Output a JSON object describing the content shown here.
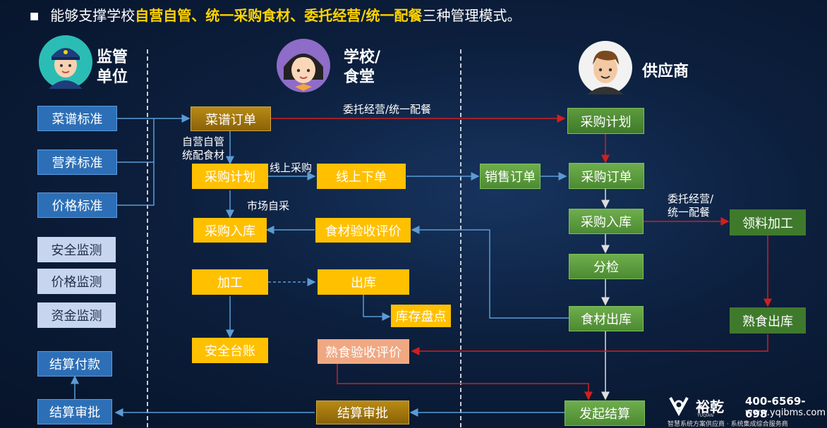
{
  "header": {
    "bullet": "■",
    "prefix": "能够支撑学校",
    "highlight": "自营自管、统一采购食材、委托经营/统一配餐",
    "suffix": "三种管理模式。"
  },
  "columns": {
    "regulator": "监管单位",
    "school": "学校/食堂",
    "supplier": "供应商"
  },
  "regulator_boxes": {
    "menu_std": "菜谱标准",
    "nutrition_std": "营养标准",
    "price_std": "价格标准",
    "safety_monitor": "安全监测",
    "price_monitor": "价格监测",
    "fund_monitor": "资金监测",
    "payment": "结算付款",
    "approval": "结算审批"
  },
  "school_boxes": {
    "menu_order": "菜谱订单",
    "purchase_plan": "采购计划",
    "online_order": "线上下单",
    "stock_in": "采购入库",
    "inspection": "食材验收评价",
    "process": "加工",
    "out": "出库",
    "inventory": "库存盘点",
    "safety_ledger": "安全台账",
    "cooked_inspection": "熟食验收评价",
    "settle_approval": "结算审批"
  },
  "supplier_boxes": {
    "sales_order": "销售订单",
    "purchase_plan": "采购计划",
    "purchase_order": "采购订单",
    "stock_in": "采购入库",
    "sorting": "分检",
    "material_out": "食材出库",
    "start_settle": "发起结算",
    "pick_process": "领料加工",
    "cooked_out": "熟食出库"
  },
  "labels": {
    "entrust_top": "委托经营/统一配餐",
    "self_manage_1": "自营自管",
    "self_manage_2": "统配食材",
    "online_buy": "线上采购",
    "market_buy": "市场自采",
    "entrust_right_1": "委托经营/",
    "entrust_right_2": "统一配餐"
  },
  "brand": {
    "name": "裕乾",
    "name_en": "YUQIAN",
    "phone": "400-6569-698",
    "url": "www.yqibms.com",
    "slogan": "智慧系统方案供应商 · 系统集成综合服务商"
  },
  "colors": {
    "highlight": "#ffd400",
    "blue_box": "#2d6fb6",
    "yellow_box": "#ffc000",
    "green_box": "#5c9c3f",
    "arrow_red": "#d11f1f",
    "arrow_blue": "#5b9bd5"
  }
}
